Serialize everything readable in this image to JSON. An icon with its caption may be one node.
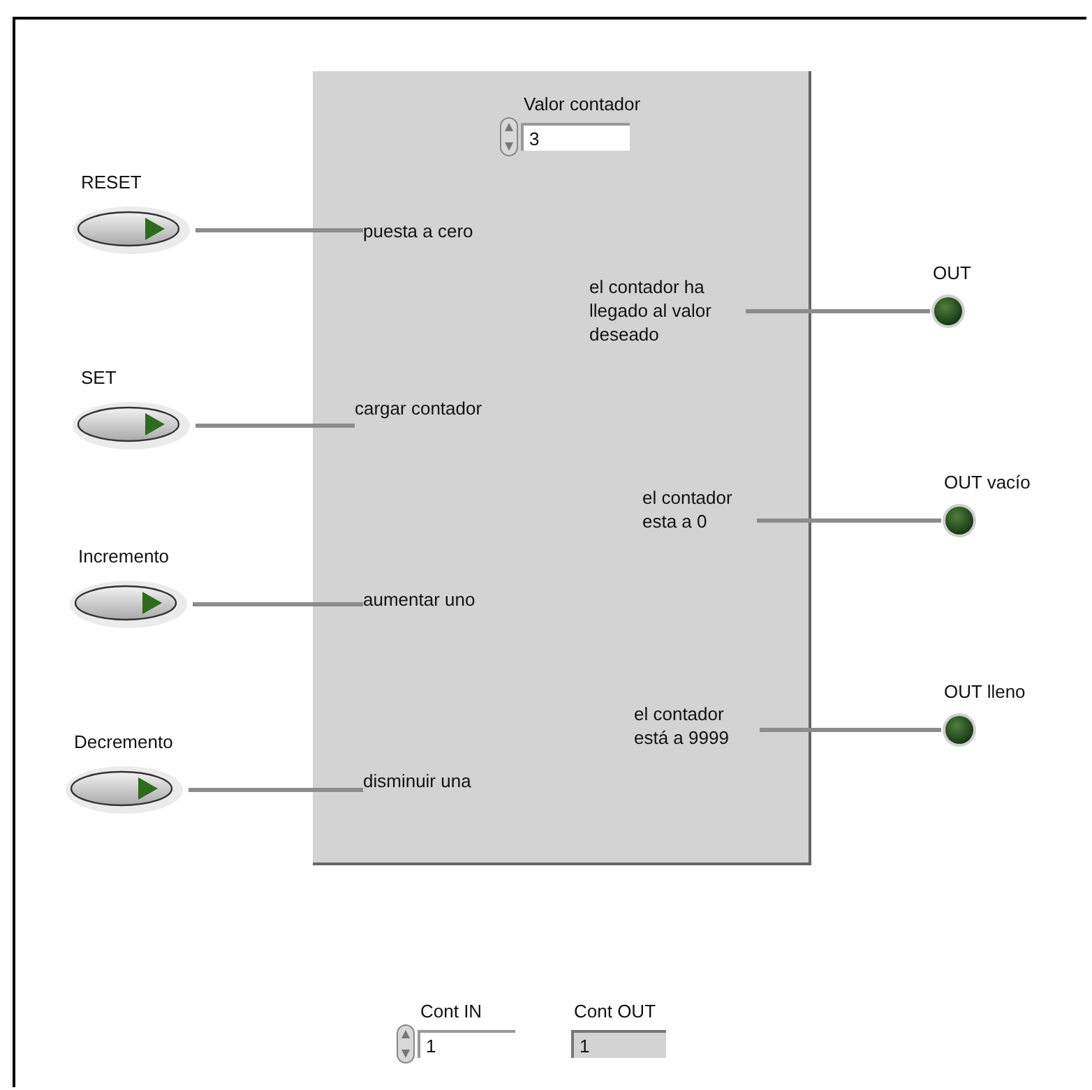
{
  "diagram": {
    "nodes": [
      {
        "text": [],
        "shape": "box"
      },
      {
        "text": [
          "Valor contador",
          "3"
        ],
        "in": 0
      },
      {
        "text": [
          "RESET"
        ]
      },
      {
        "text": [
          "puesta a cero"
        ],
        "in": 0
      },
      {
        "text": [
          "el contador ha llegado al valor deseado"
        ],
        "in": 0
      },
      {
        "text": [
          "OUT"
        ]
      },
      {
        "text": [
          "SET"
        ]
      },
      {
        "text": [
          "cargar contador"
        ],
        "in": 0
      },
      {
        "text": [
          "el contador esta a 0"
        ],
        "in": 0
      },
      {
        "text": [
          "OUT vacío"
        ]
      },
      {
        "text": [
          "Incremento"
        ]
      },
      {
        "text": [
          "aumentar uno"
        ],
        "in": 0
      },
      {
        "text": [
          "el contador está a 9999"
        ],
        "in": 0
      },
      {
        "text": [
          "OUT lleno"
        ]
      },
      {
        "text": [
          "Decremento"
        ]
      },
      {
        "text": [
          "disminuir una"
        ],
        "in": 0
      },
      {
        "text": [
          "Cont IN",
          "1"
        ]
      },
      {
        "text": [
          "Cont OUT",
          "1"
        ]
      }
    ],
    "edges": [
      {
        "from": 2,
        "to": 3,
        "arrow": "none"
      },
      {
        "from": 4,
        "to": 5,
        "arrow": "none"
      },
      {
        "from": 6,
        "to": 7,
        "arrow": "none"
      },
      {
        "from": 8,
        "to": 9,
        "arrow": "none"
      },
      {
        "from": 10,
        "to": 11,
        "arrow": "none"
      },
      {
        "from": 12,
        "to": 13,
        "arrow": "none"
      },
      {
        "from": 14,
        "to": 15,
        "arrow": "none"
      }
    ]
  }
}
